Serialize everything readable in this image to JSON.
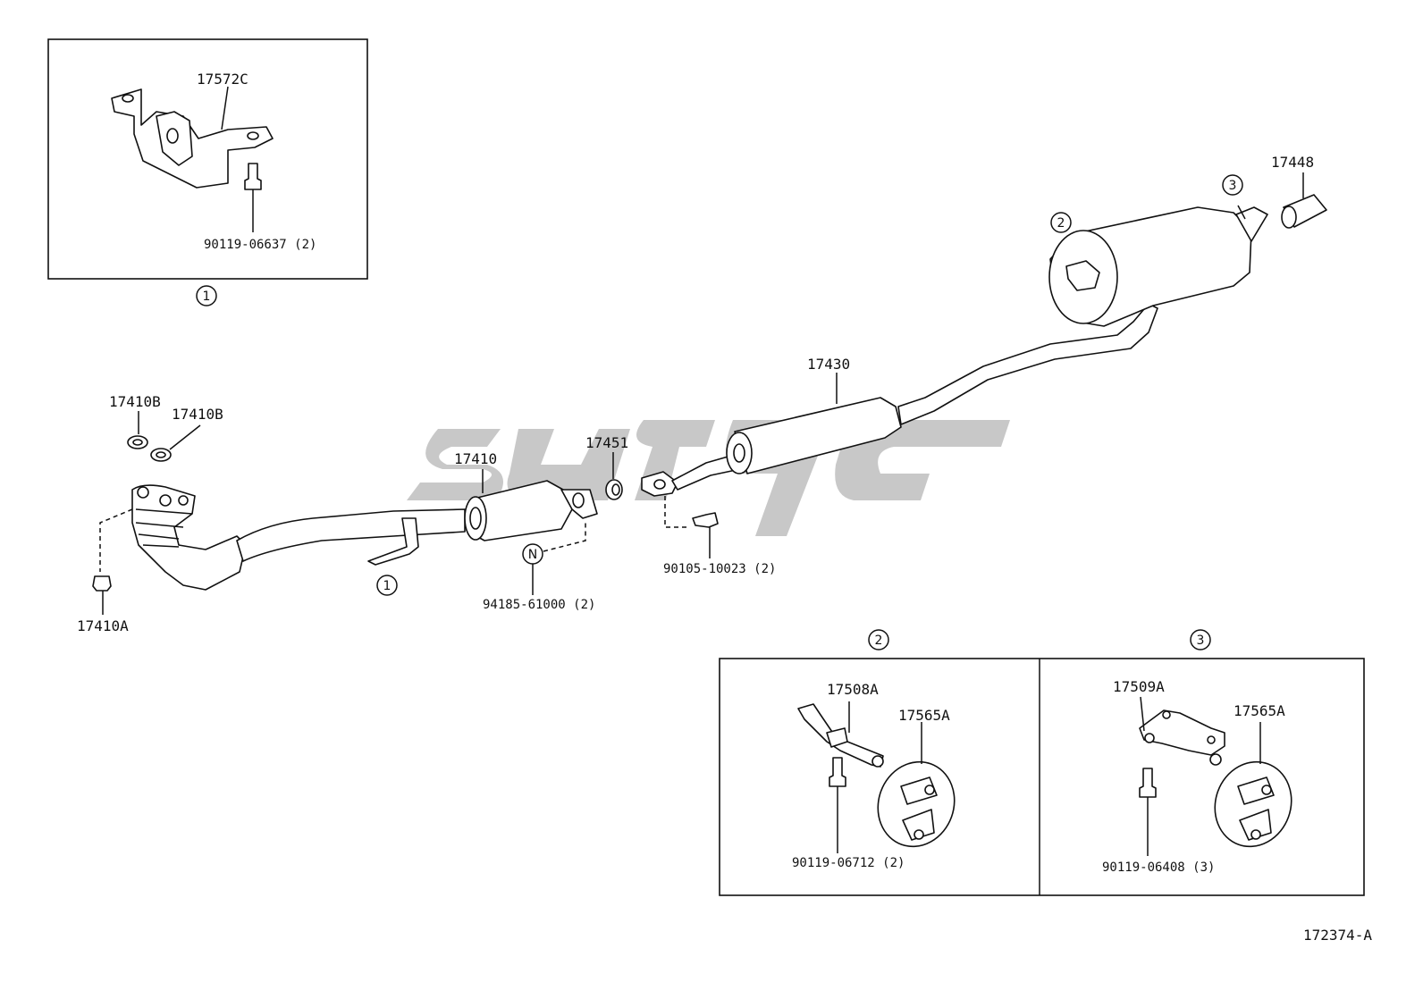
{
  "diagram_id": "172374-A",
  "callouts": {
    "c1": "1",
    "c2": "2",
    "c3": "3",
    "cN": "N"
  },
  "parts": {
    "p17572C": "17572C",
    "p90119_06637": "90119-06637 (2)",
    "p17410B_a": "17410B",
    "p17410B_b": "17410B",
    "p17410A": "17410A",
    "p17410": "17410",
    "p17451": "17451",
    "p94185_61000": "94185-61000 (2)",
    "p90105_10023": "90105-10023 (2)",
    "p17430": "17430",
    "p17448": "17448",
    "p17508A": "17508A",
    "p17565A_a": "17565A",
    "p90119_06712": "90119-06712 (2)",
    "p17509A": "17509A",
    "p17565A_b": "17565A",
    "p90119_06408": "90119-06408 (3)"
  },
  "colors": {
    "line": "#111111",
    "watermark": "#9a9a9a"
  }
}
